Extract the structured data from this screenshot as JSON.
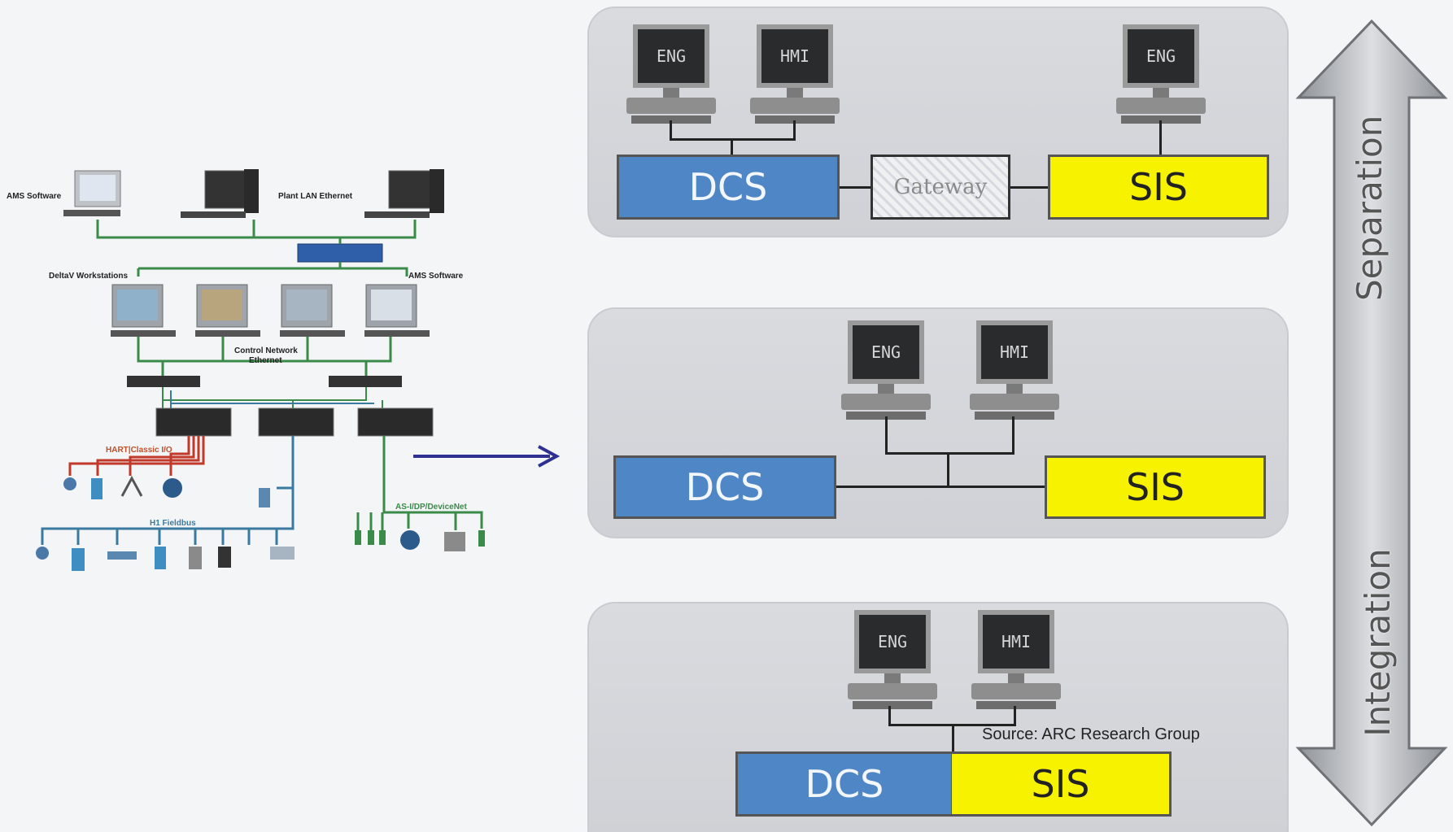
{
  "network": {
    "ams_software_top": "AMS Software",
    "plant_lan": "Plant LAN Ethernet",
    "deltav_workstations": "DeltaV Workstations",
    "ams_software_right": "AMS Software",
    "control_network_1": "Control Network",
    "control_network_2": "Ethernet",
    "hart_io": "HART|Classic I/O",
    "h1_fieldbus": "H1 Fieldbus",
    "asi_bus": "AS-I/DP/DeviceNet"
  },
  "panel1": {
    "eng1": "ENG",
    "hmi": "HMI",
    "eng2": "ENG",
    "dcs": "DCS",
    "gateway": "Gateway",
    "sis": "SIS"
  },
  "panel2": {
    "eng": "ENG",
    "hmi": "HMI",
    "dcs": "DCS",
    "sis": "SIS"
  },
  "panel3": {
    "eng": "ENG",
    "hmi": "HMI",
    "dcs": "DCS",
    "sis": "SIS"
  },
  "spectrum": {
    "top": "Separation",
    "bottom": "Integration"
  },
  "source": "Source: ARC Research Group",
  "colors": {
    "dcs": "#4f86c6",
    "sis": "#f7f200",
    "arrow": "#2e3192",
    "green_bus": "#3a8a4a",
    "red_bus": "#c0392b",
    "blue_bus": "#3a7aa0"
  }
}
